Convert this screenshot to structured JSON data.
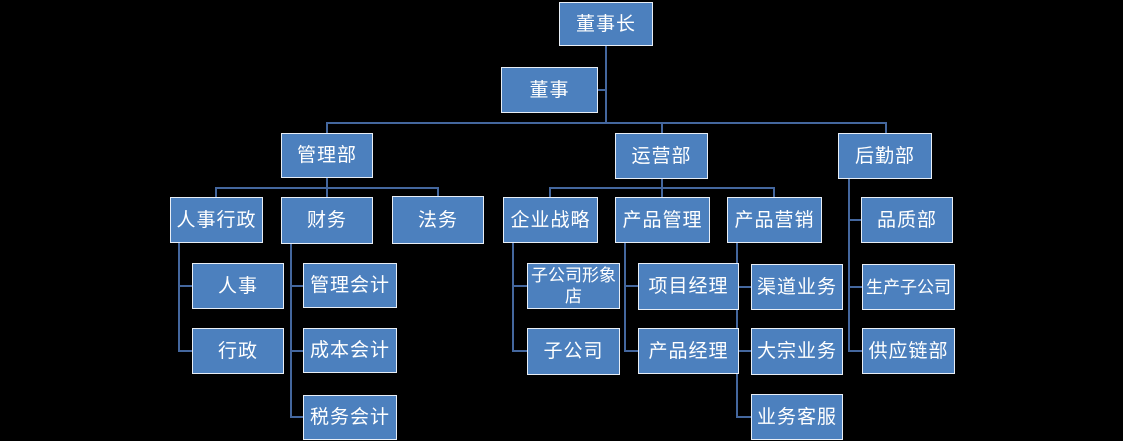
{
  "diagram": {
    "type": "org-chart",
    "background_color": "#000000",
    "node_fill_color": "#4C80BE",
    "node_border_color": "#E8EEF6",
    "node_text_color": "#FFFFFF",
    "connector_color": "#44679E",
    "root": "董事长",
    "edges": [
      {
        "parent": "董事长",
        "child": "董事",
        "role": "assistant"
      },
      {
        "parent": "董事长",
        "child": "管理部"
      },
      {
        "parent": "董事长",
        "child": "运营部"
      },
      {
        "parent": "董事长",
        "child": "后勤部"
      },
      {
        "parent": "管理部",
        "child": "人事行政"
      },
      {
        "parent": "管理部",
        "child": "财务"
      },
      {
        "parent": "管理部",
        "child": "法务"
      },
      {
        "parent": "人事行政",
        "child": "人事"
      },
      {
        "parent": "人事行政",
        "child": "行政"
      },
      {
        "parent": "财务",
        "child": "管理会计"
      },
      {
        "parent": "财务",
        "child": "成本会计"
      },
      {
        "parent": "财务",
        "child": "税务会计"
      },
      {
        "parent": "运营部",
        "child": "企业战略"
      },
      {
        "parent": "运营部",
        "child": "产品管理"
      },
      {
        "parent": "运营部",
        "child": "产品营销"
      },
      {
        "parent": "企业战略",
        "child": "子公司形象店"
      },
      {
        "parent": "企业战略",
        "child": "子公司"
      },
      {
        "parent": "产品管理",
        "child": "项目经理"
      },
      {
        "parent": "产品管理",
        "child": "产品经理"
      },
      {
        "parent": "产品营销",
        "child": "渠道业务"
      },
      {
        "parent": "产品营销",
        "child": "大宗业务"
      },
      {
        "parent": "产品营销",
        "child": "业务客服"
      },
      {
        "parent": "后勤部",
        "child": "品质部"
      },
      {
        "parent": "后勤部",
        "child": "生产子公司"
      },
      {
        "parent": "后勤部",
        "child": "供应链部"
      }
    ]
  },
  "nodes": {
    "chairman": {
      "label": "董事长"
    },
    "director": {
      "label": "董事"
    },
    "mgmt_dept": {
      "label": "管理部"
    },
    "ops_dept": {
      "label": "运营部"
    },
    "logistics_dept": {
      "label": "后勤部"
    },
    "hr_admin": {
      "label": "人事行政"
    },
    "finance": {
      "label": "财务"
    },
    "legal": {
      "label": "法务"
    },
    "strategy": {
      "label": "企业战略"
    },
    "product_mgmt": {
      "label": "产品管理"
    },
    "product_mkt": {
      "label": "产品营销"
    },
    "quality_dept": {
      "label": "品质部"
    },
    "hr": {
      "label": "人事"
    },
    "admin": {
      "label": "行政"
    },
    "mgmt_acct": {
      "label": "管理会计"
    },
    "cost_acct": {
      "label": "成本会计"
    },
    "tax_acct": {
      "label": "税务会计"
    },
    "sub_store": {
      "label": "子公司形象店"
    },
    "subsidiary": {
      "label": "子公司"
    },
    "project_mgr": {
      "label": "项目经理"
    },
    "product_mgr": {
      "label": "产品经理"
    },
    "channel_biz": {
      "label": "渠道业务"
    },
    "bulk_biz": {
      "label": "大宗业务"
    },
    "biz_service": {
      "label": "业务客服"
    },
    "prod_subsidiary": {
      "label": "生产子公司"
    },
    "supply_chain": {
      "label": "供应链部"
    }
  }
}
